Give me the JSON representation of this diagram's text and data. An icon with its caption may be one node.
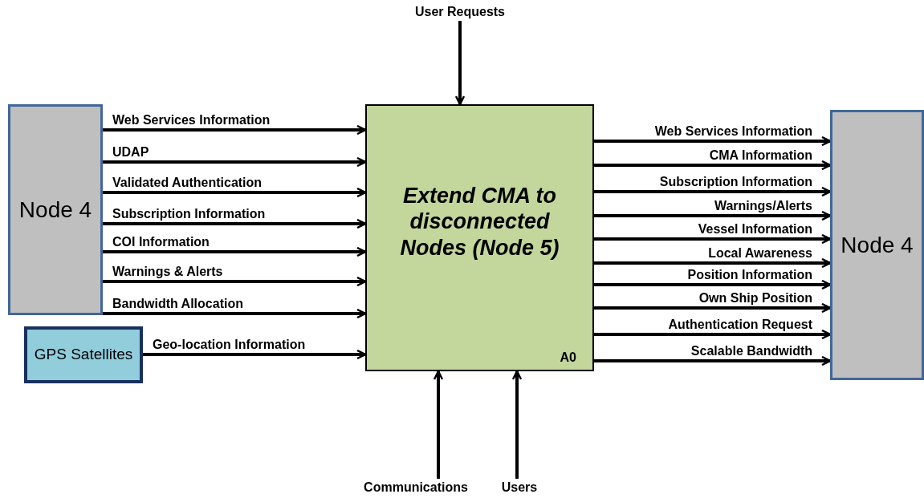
{
  "diagram": {
    "nodes": [
      {
        "text": [
          "Node 4"
        ]
      },
      {
        "text": [
          "GPS Satellites"
        ]
      },
      {
        "text": [
          "Extend CMA to disconnected Nodes (Node 5)",
          "A0"
        ]
      },
      {
        "text": [
          "Node 4"
        ]
      },
      {
        "text": [
          "User Requests"
        ]
      },
      {
        "text": [
          "Communications"
        ]
      },
      {
        "text": [
          "Users"
        ]
      }
    ],
    "edges": [
      {
        "from": 0,
        "to": 2,
        "arrow": "to",
        "label": "Web Services Information"
      },
      {
        "from": 0,
        "to": 2,
        "arrow": "to",
        "label": "UDAP"
      },
      {
        "from": 0,
        "to": 2,
        "arrow": "to",
        "label": "Validated Authentication"
      },
      {
        "from": 0,
        "to": 2,
        "arrow": "to",
        "label": "Subscription Information"
      },
      {
        "from": 0,
        "to": 2,
        "arrow": "to",
        "label": "COI Information"
      },
      {
        "from": 0,
        "to": 2,
        "arrow": "to",
        "label": "Warnings & Alerts"
      },
      {
        "from": 0,
        "to": 2,
        "arrow": "to",
        "label": "Bandwidth Allocation"
      },
      {
        "from": 1,
        "to": 2,
        "arrow": "to",
        "label": "Geo-location Information"
      },
      {
        "from": 2,
        "to": 3,
        "arrow": "to",
        "label": "Web Services Information"
      },
      {
        "from": 2,
        "to": 3,
        "arrow": "to",
        "label": "CMA Information"
      },
      {
        "from": 2,
        "to": 3,
        "arrow": "to",
        "label": "Subscription Information"
      },
      {
        "from": 2,
        "to": 3,
        "arrow": "to",
        "label": "Warnings/Alerts"
      },
      {
        "from": 2,
        "to": 3,
        "arrow": "to",
        "label": "Vessel Information"
      },
      {
        "from": 2,
        "to": 3,
        "arrow": "to",
        "label": "Local Awareness"
      },
      {
        "from": 2,
        "to": 3,
        "arrow": "to",
        "label": "Position Information"
      },
      {
        "from": 2,
        "to": 3,
        "arrow": "to",
        "label": "Own Ship Position"
      },
      {
        "from": 2,
        "to": 3,
        "arrow": "to",
        "label": "Authentication Request"
      },
      {
        "from": 2,
        "to": 3,
        "arrow": "to",
        "label": "Scalable Bandwidth"
      },
      {
        "from": 4,
        "to": 2,
        "arrow": "to"
      },
      {
        "from": 5,
        "to": 2,
        "arrow": "to"
      },
      {
        "from": 6,
        "to": 2,
        "arrow": "to"
      }
    ]
  }
}
